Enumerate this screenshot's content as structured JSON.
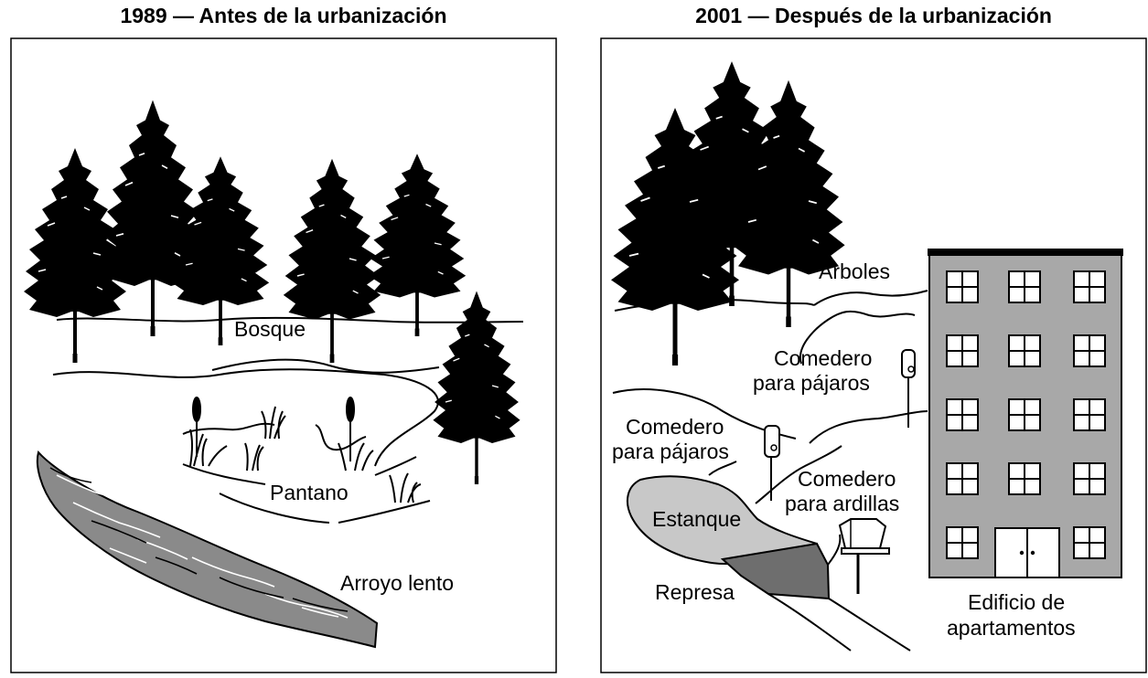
{
  "left_panel": {
    "title": "1989 — Antes de la urbanización",
    "labels": {
      "forest": "Bosque",
      "swamp": "Pantano",
      "stream": "Arroyo lento"
    }
  },
  "right_panel": {
    "title": "2001 — Después de la urbanización",
    "labels": {
      "trees": "Árboles",
      "bird_feeder_1_line1": "Comedero",
      "bird_feeder_1_line2": "para pájaros",
      "bird_feeder_2_line1": "Comedero",
      "bird_feeder_2_line2": "para pájaros",
      "squirrel_feeder_line1": "Comedero",
      "squirrel_feeder_line2": "para ardillas",
      "pond": "Estanque",
      "dam": "Represa",
      "building_line1": "Edificio de",
      "building_line2": "apartamentos"
    }
  },
  "colors": {
    "ink": "#000000",
    "water": "#8a8a8a",
    "pond": "#c8c8c8",
    "dam": "#6e6e6e",
    "building": "#a8a8a8"
  }
}
